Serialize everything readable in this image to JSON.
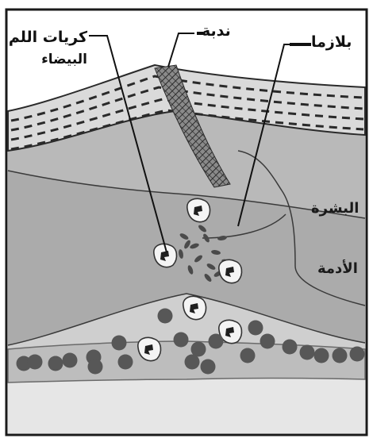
{
  "diagram": {
    "labels": {
      "wbc": "كريات اللم",
      "wbc_line2": "البيضاء",
      "scar": "ندبة",
      "plasma": "بلازما",
      "epidermis": "البشرة",
      "dermis": "الأدمة"
    },
    "colors": {
      "background": "#ffffff",
      "frame": "#1a1a1a",
      "skin_top": "#d9d9d9",
      "epidermis": "#bdbdbd",
      "dermis": "#a8a8a8",
      "lower_tissue": "#c9c9c9",
      "vessel_band": "#b3b3b3",
      "cells": "#555555",
      "leader_lines": "#111111"
    }
  }
}
